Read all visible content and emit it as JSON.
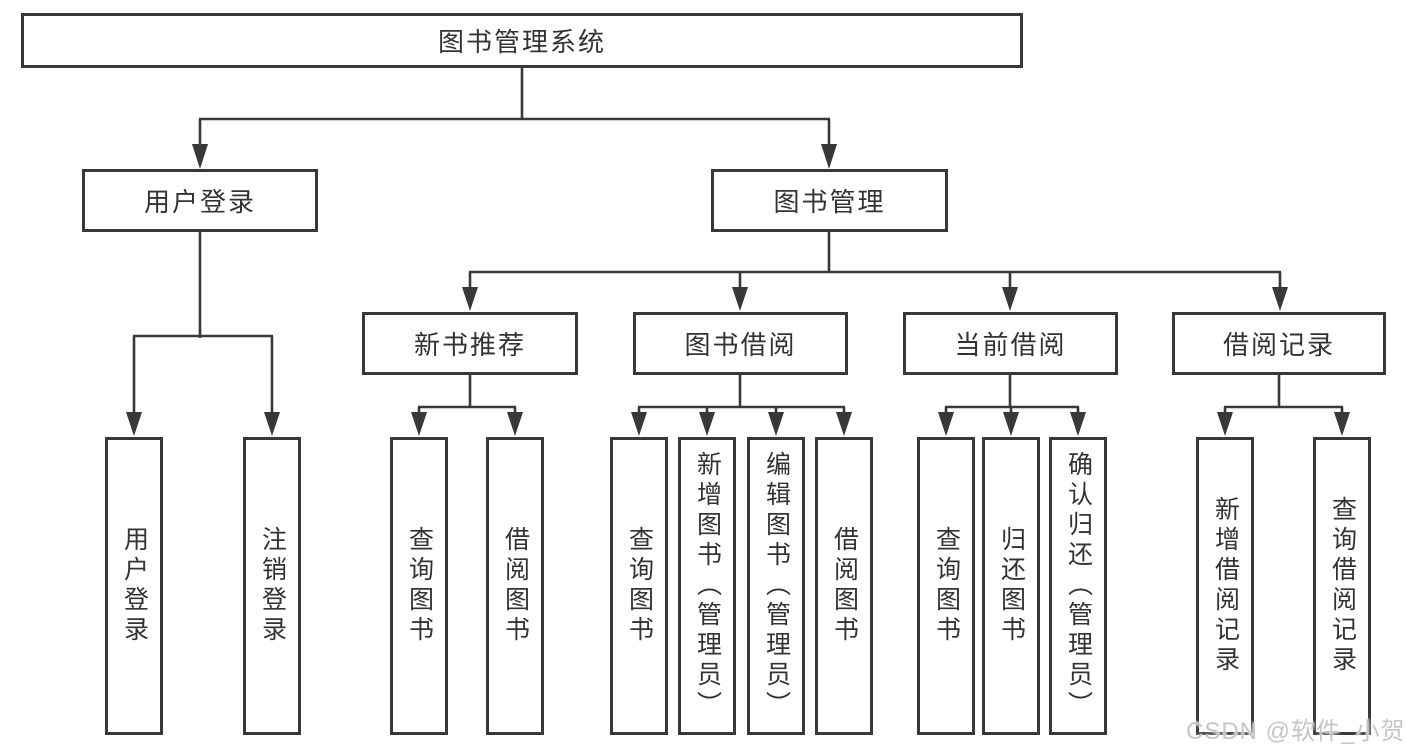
{
  "diagram_title": "图书管理系统",
  "tree": {
    "label": "图书管理系统",
    "children": [
      {
        "label": "用户登录",
        "children": [
          {
            "label": "用户登录"
          },
          {
            "label": "注销登录"
          }
        ]
      },
      {
        "label": "图书管理",
        "children": [
          {
            "label": "新书推荐",
            "children": [
              {
                "label": "查询图书"
              },
              {
                "label": "借阅图书"
              }
            ]
          },
          {
            "label": "图书借阅",
            "children": [
              {
                "label": "查询图书"
              },
              {
                "label": "新增图书（管理员）"
              },
              {
                "label": "编辑图书（管理员）"
              },
              {
                "label": "借阅图书"
              }
            ]
          },
          {
            "label": "当前借阅",
            "children": [
              {
                "label": "查询图书"
              },
              {
                "label": "归还图书"
              },
              {
                "label": "确认归还（管理员）"
              }
            ]
          },
          {
            "label": "借阅记录",
            "children": [
              {
                "label": "新增借阅记录"
              },
              {
                "label": "查询借阅记录"
              }
            ]
          }
        ]
      }
    ]
  },
  "watermark": {
    "text": "CSDN @软件_小贺同学"
  },
  "colors": {
    "line": "#383838",
    "box_border": "#383838",
    "text": "#333333",
    "background": "#ffffff",
    "watermark": "#c6c6c6"
  }
}
